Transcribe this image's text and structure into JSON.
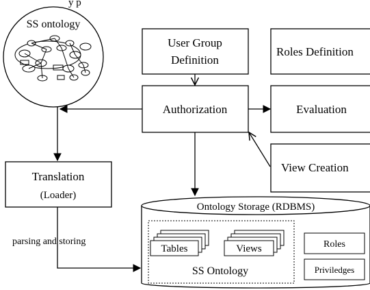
{
  "top_caption": "y p",
  "ontology_circle": {
    "title": "SS ontology"
  },
  "boxes": {
    "user_group": {
      "line1": "User Group",
      "line2": "Definition"
    },
    "roles_def": {
      "label": "Roles Definition"
    },
    "authorization": {
      "label": "Authorization"
    },
    "evaluation": {
      "label": "Evaluation"
    },
    "view_creation": {
      "label": "View Creation"
    },
    "translation": {
      "line1": "Translation",
      "line2": "(Loader)"
    }
  },
  "edge_label": "parsing and storing",
  "storage": {
    "title": "Ontology Storage (RDBMS)",
    "tables": "Tables",
    "views": "Views",
    "ss_ontology": "SS Ontology",
    "roles": "Roles",
    "priviledges": "Priviledges"
  }
}
